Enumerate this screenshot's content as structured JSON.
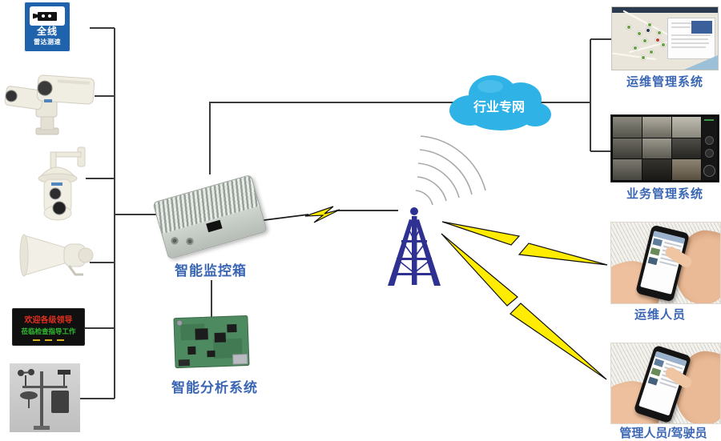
{
  "labels": {
    "monitor_box": "智能监控箱",
    "analysis_system": "智能分析系统",
    "cloud": "行业专网",
    "ops_mgmt": "运维管理系统",
    "biz_mgmt": "业务管理系统",
    "ops_person": "运维人员",
    "mgr_driver": "管理人员/驾驶员"
  },
  "sign": {
    "line1": "全线",
    "line2": "雷达测速"
  },
  "led_display": {
    "line1": "欢迎各级领导",
    "line2": "莅临检查指导工作"
  },
  "colors": {
    "label_text": "#3a66b4",
    "cloud": "#2fb2e6",
    "bolt": "#ffec00",
    "tower": "#2e3192",
    "line": "#3b3b3b",
    "led_red": "#e0301e",
    "led_green": "#2fbf2f",
    "sign_blue": "#1f63ad"
  }
}
